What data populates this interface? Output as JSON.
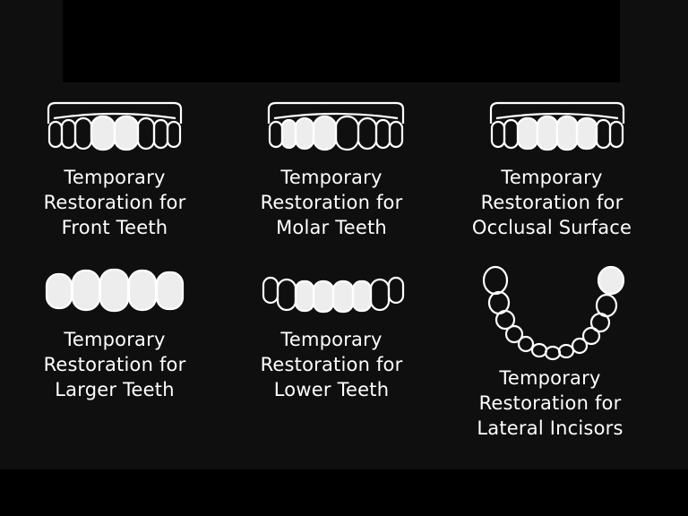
{
  "cards": [
    {
      "id": "front-teeth",
      "icon": "upper-arch-front-teeth-icon",
      "lines": [
        "Temporary",
        "Restoration for",
        "Front Teeth"
      ]
    },
    {
      "id": "molar-teeth",
      "icon": "upper-arch-molar-teeth-icon",
      "lines": [
        "Temporary",
        "Restoration for",
        "Molar Teeth"
      ]
    },
    {
      "id": "occlusal-surface",
      "icon": "upper-arch-occlusal-surface-icon",
      "lines": [
        "Temporary",
        "Restoration for",
        "Occlusal Surface"
      ]
    },
    {
      "id": "larger-teeth",
      "icon": "larger-teeth-row-icon",
      "lines": [
        "Temporary",
        "Restoration for",
        "Larger Teeth"
      ]
    },
    {
      "id": "lower-teeth",
      "icon": "lower-teeth-row-icon",
      "lines": [
        "Temporary",
        "Restoration for",
        "Lower Teeth"
      ]
    },
    {
      "id": "lateral-incisors",
      "icon": "dental-arch-lateral-incisor-icon",
      "lines": [
        "Temporary",
        "Restoration for",
        "Lateral Incisors"
      ]
    }
  ],
  "colors": {
    "background": "#0f0f0f",
    "panel": "#000000",
    "text": "#ffffff",
    "tooth_fill": "#ededed"
  }
}
